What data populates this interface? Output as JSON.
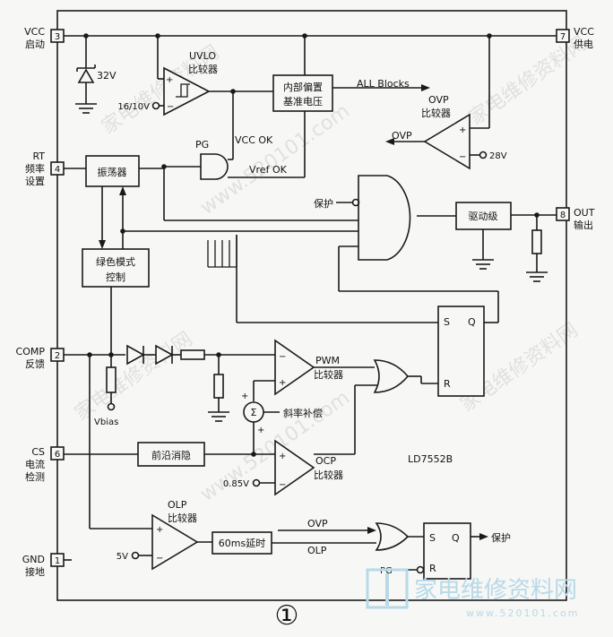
{
  "pins": {
    "p3": {
      "num": "3",
      "l1": "VCC",
      "l2": "启动"
    },
    "p4": {
      "num": "4",
      "l1": "RT",
      "l2": "频率",
      "l3": "设置"
    },
    "p2": {
      "num": "2",
      "l1": "COMP",
      "l2": "反馈"
    },
    "p6": {
      "num": "6",
      "l1": "CS",
      "l2": "电流",
      "l3": "检测"
    },
    "p1": {
      "num": "1",
      "l1": "GND",
      "l2": "接地"
    },
    "p7": {
      "num": "7",
      "l1": "VCC",
      "l2": "供电"
    },
    "p8": {
      "num": "8",
      "l1": "OUT",
      "l2": "输出"
    }
  },
  "labels": {
    "zener": "32V",
    "uvlo1": "UVLO",
    "uvlo2": "比较器",
    "uvlo_th": "16/10V",
    "bias1": "内部偏置",
    "bias2": "基准电压",
    "all_blocks": "ALL Blocks",
    "ovp1": "OVP",
    "ovp2": "比较器",
    "ovp_out": "OVP",
    "ovp_th": "28V",
    "pg": "PG",
    "vcc_ok": "VCC OK",
    "vref_ok": "Vref OK",
    "osc": "振荡器",
    "protect": "保护",
    "driver": "驱动级",
    "green1": "绿色模式",
    "green2": "控制",
    "sr_s": "S",
    "sr_q": "Q",
    "sr_r": "R",
    "pwm1": "PWM",
    "pwm2": "比较器",
    "slope": "斜率补偿",
    "sigma": "Σ",
    "vbias": "Vbias",
    "leb": "前沿消隐",
    "ocp1": "OCP",
    "ocp2": "比较器",
    "ocp_th": "0.85V",
    "chip": "LD7552B",
    "olp1": "OLP",
    "olp2": "比较器",
    "olp_th": "5V",
    "delay": "60ms延时",
    "latch_ovp": "OVP",
    "latch_olp": "OLP",
    "latch_pg": "PG",
    "latch_s": "S",
    "latch_q": "Q",
    "latch_r": "R",
    "latch_out": "保护",
    "fig": "①"
  },
  "watermark": {
    "text1": "家电维修资料网",
    "text2": "www.520101.com",
    "logo": "家电维修资料网",
    "logo_url": "www.520101.com"
  }
}
